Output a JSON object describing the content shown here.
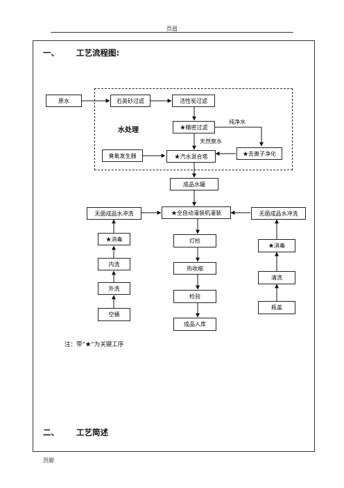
{
  "header": {
    "text": "页眉"
  },
  "footer": {
    "text": "页脚"
  },
  "section1": {
    "number": "一、",
    "title": "工艺流程图:"
  },
  "section2": {
    "number": "二、",
    "title": "工艺简述"
  },
  "diagram": {
    "group_label": "水处理",
    "nodes": {
      "raw_water": "原水",
      "quartz_filter": "石英砂过滤",
      "carbon_filter": "活性炭过滤",
      "precision_filter": "★精密过滤",
      "ozone_generator": "臭氧发生器",
      "mixing_tower": "★汽水混合塔",
      "deionization": "★去离子净化",
      "product_tank": "成品水罐",
      "filling_machine": "★全自动灌装机灌装",
      "rinse_left": "无菌成品水冲洗",
      "rinse_right": "无菌成品水冲洗",
      "disinfect_left": "★消毒",
      "inner_wash": "内洗",
      "outer_wash": "外洗",
      "empty_bucket": "空桶",
      "light_inspection": "灯检",
      "heat_shrink": "热收缩",
      "inspection": "检验",
      "warehouse": "成品入库",
      "disinfect_right": "★消毒",
      "cleaning": "清洗",
      "bottle_cap": "瓶盖"
    },
    "edge_labels": {
      "pure_water": "纯净水",
      "natural_spring": "天然泉水"
    }
  },
  "note": "注：带“★”为关键工序"
}
